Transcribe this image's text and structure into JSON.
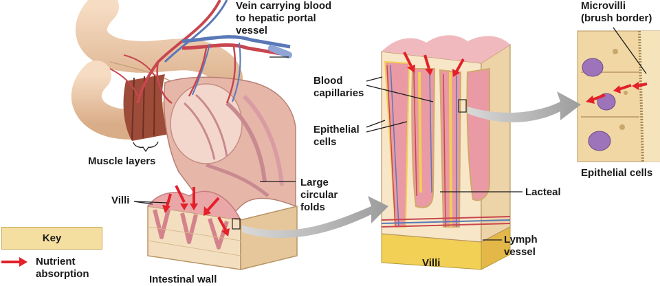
{
  "labels": {
    "vein": "Vein carrying blood\nto hepatic portal\nvessel",
    "microvilli": "Microvilli\n(brush border)",
    "blood_capillaries": "Blood\ncapillaries",
    "epithelial_cells_mid": "Epithelial\ncells",
    "muscle_layers": "Muscle layers",
    "villi_left": "Villi",
    "large_circular_folds": "Large\ncircular\nfolds",
    "lacteal": "Lacteal",
    "epithelial_cells_right": "Epithelial cells",
    "lymph_vessel": "Lymph\nvessel",
    "villi_caption": "Villi",
    "intestinal_wall": "Intestinal wall"
  },
  "key": {
    "title": "Key",
    "item_label": "Nutrient\nabsorption",
    "arrow_color": "#e4202a"
  },
  "colors": {
    "artery": "#c8464f",
    "vein": "#5a78b8",
    "tissue_pink": "#e8a3a8",
    "tissue_light": "#f2c7c2",
    "tan": "#f0d7a4",
    "lacteal_yellow": "#f2cf55",
    "muscle": "#a6533c",
    "gray_arrow": "#a9a9a9"
  }
}
